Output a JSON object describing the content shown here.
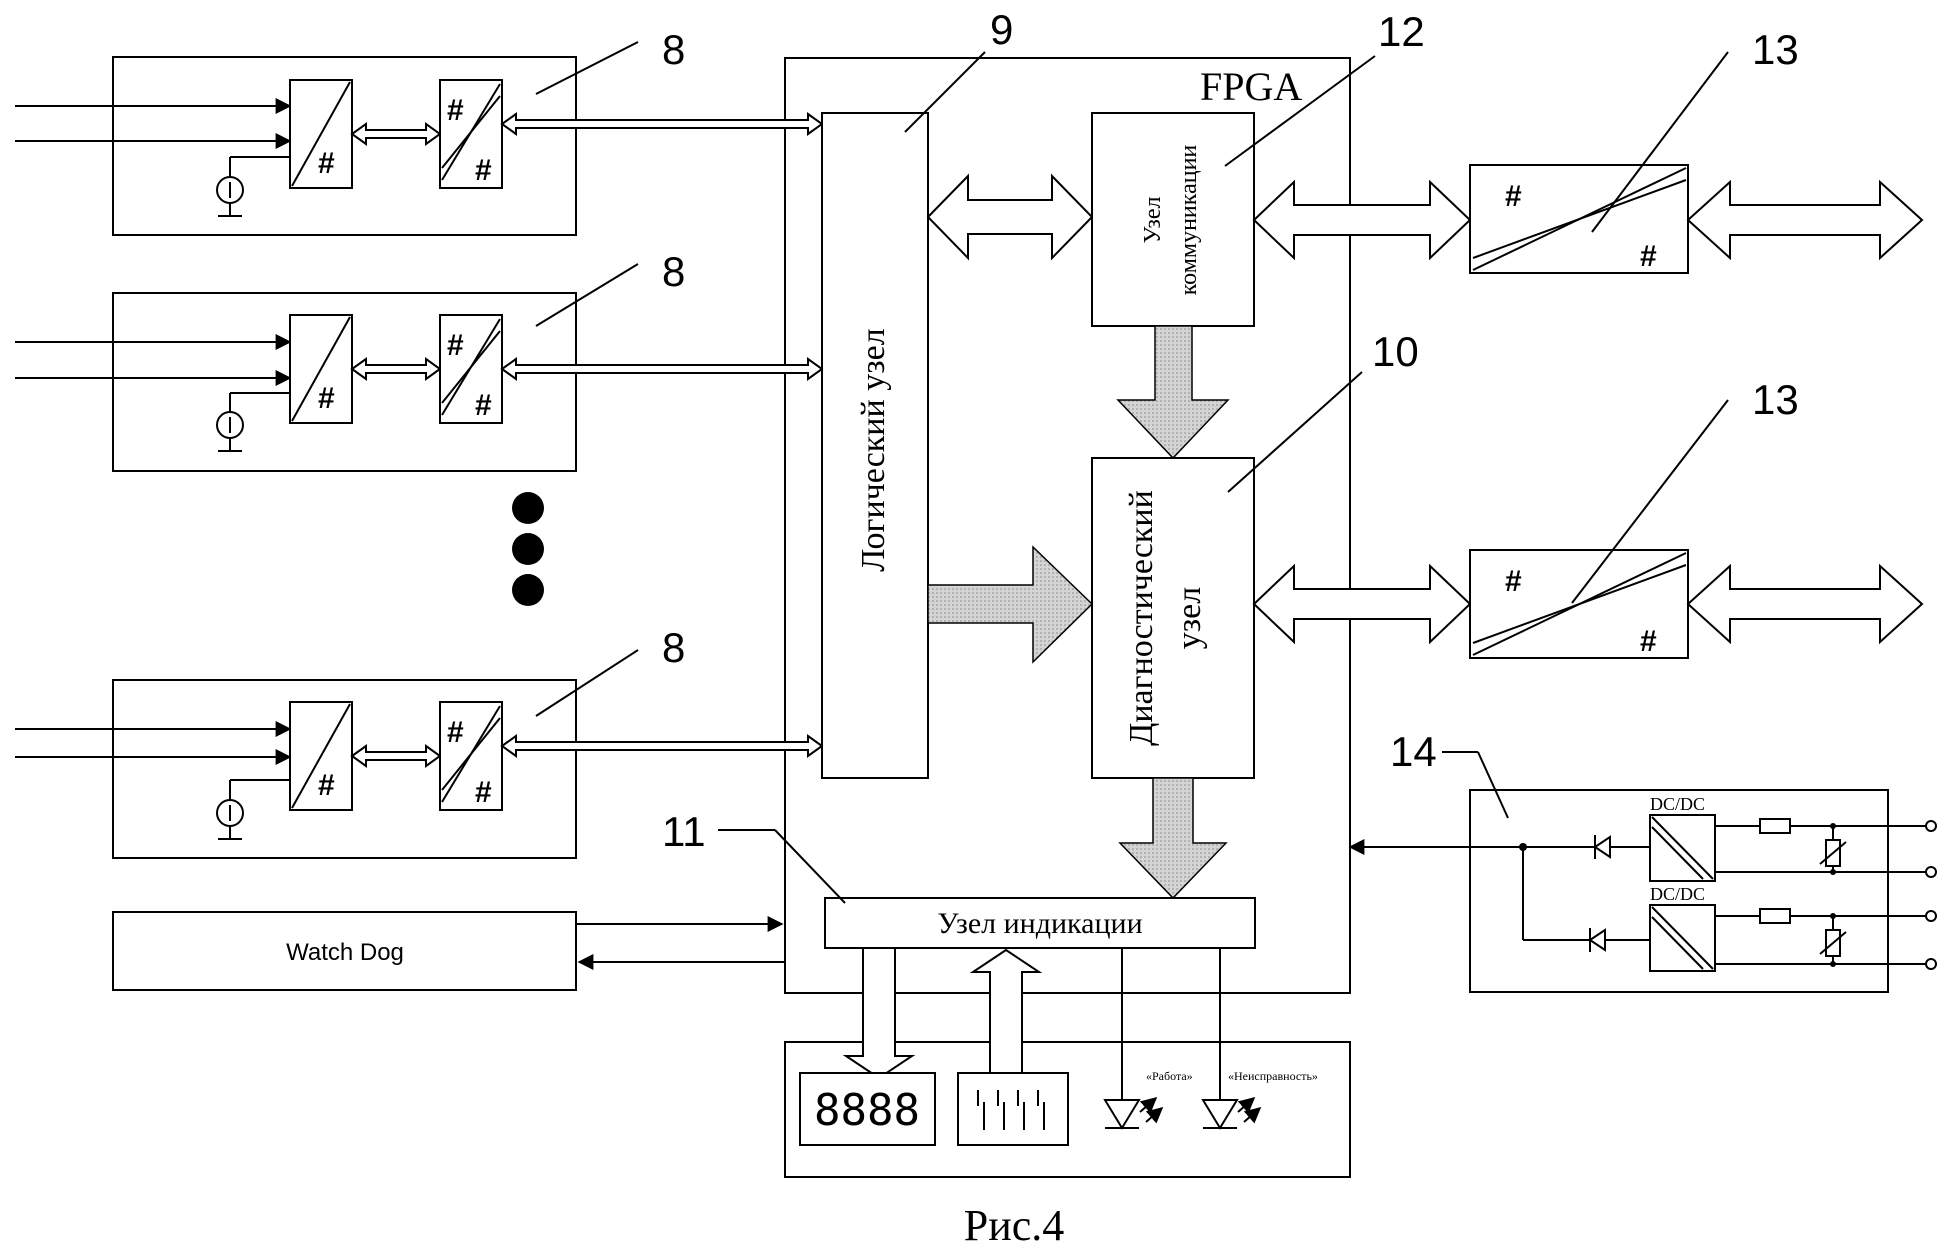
{
  "labels": {
    "input_module": "8",
    "logic_node_num": "9",
    "diagnostic_node_num": "10",
    "indication_node_num": "11",
    "comm_node_num": "12",
    "interface_num": "13",
    "power_num": "14"
  },
  "fpga": "FPGA",
  "logic_node": "Логический узел",
  "comm_node_line1": "Узел",
  "comm_node_line2": "коммуникации",
  "diag_node_line1": "Диагностический",
  "diag_node_line2": "узел",
  "indication_node": "Узел индикации",
  "watchdog": "Watch Dog",
  "converter_mark": "#",
  "dcdc": "DC/DC",
  "display_digits": "8888",
  "led_work": "«Работа»",
  "led_fault": "«Неисправность»",
  "caption": "Рис.4"
}
